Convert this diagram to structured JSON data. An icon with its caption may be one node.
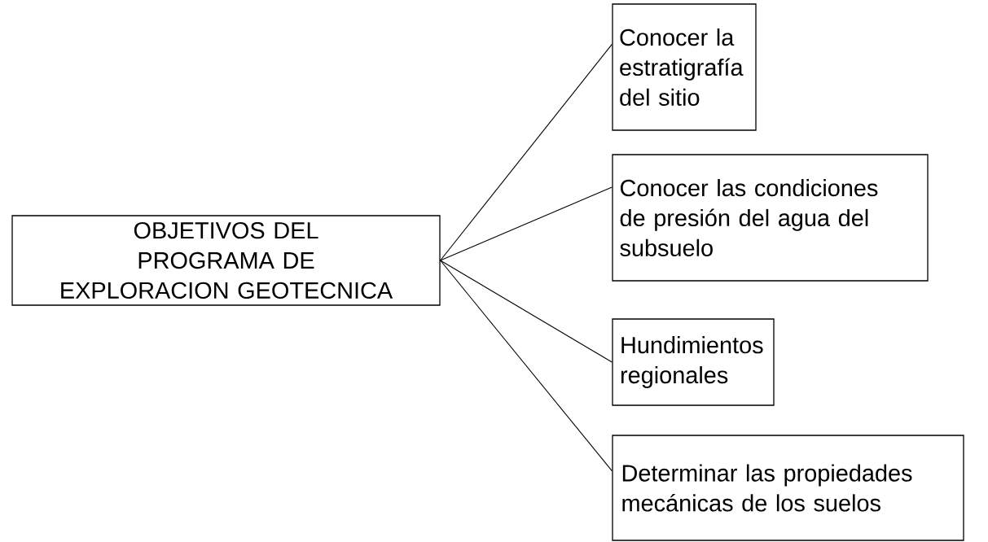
{
  "diagram": {
    "nodes": [
      {
        "text": [
          "OBJETIVOS DEL PROGRAMA DE EXPLORACION GEOTECNICA"
        ]
      },
      {
        "text": [
          "Conocer la estratigrafía del sitio"
        ]
      },
      {
        "text": [
          "Conocer las condiciones de presión del agua del subsuelo"
        ]
      },
      {
        "text": [
          "Hundimientos regionales"
        ]
      },
      {
        "text": [
          "Determinar las propiedades mecánicas de los suelos"
        ]
      }
    ],
    "edges": [
      {
        "from": 0,
        "to": 1,
        "arrow": "none"
      },
      {
        "from": 0,
        "to": 2,
        "arrow": "none"
      },
      {
        "from": 0,
        "to": 3,
        "arrow": "none"
      },
      {
        "from": 0,
        "to": 4,
        "arrow": "none"
      }
    ]
  }
}
